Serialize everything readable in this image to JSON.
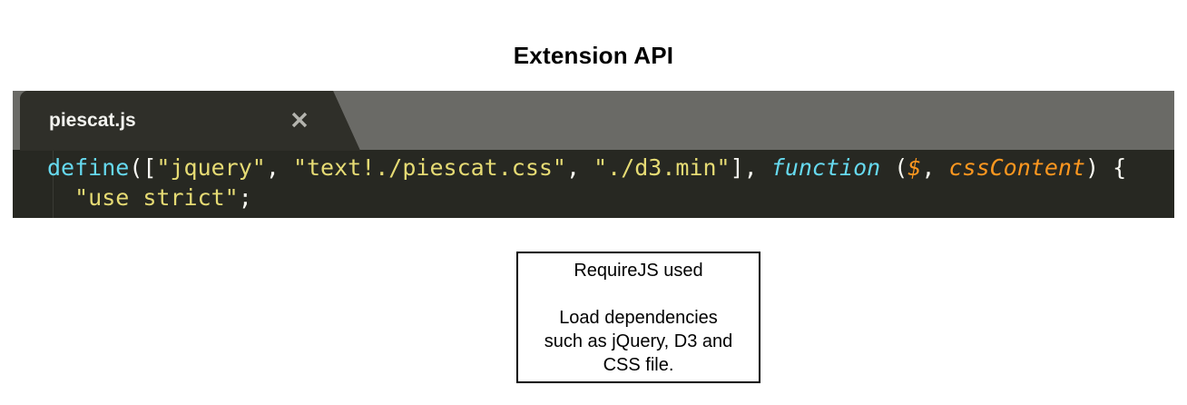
{
  "slide": {
    "title": "Extension API",
    "background_color": "#ffffff"
  },
  "editor": {
    "theme": "monokai",
    "background_color": "#272822",
    "chrome_color": "#6a6a66",
    "tab": {
      "filename": "piescat.js",
      "close_icon": "close-icon",
      "active": true
    },
    "code": {
      "line1": {
        "fn": "define",
        "open": "([",
        "str1": "\"jquery\"",
        "comma1": ", ",
        "str2": "\"text!./piescat.css\"",
        "comma2": ", ",
        "str3": "\"./d3.min\"",
        "close": "], ",
        "keyword": "function",
        "paren_open": " (",
        "param1": "$",
        "param_comma": ", ",
        "param2": "cssContent",
        "paren_close": ") ",
        "brace": "{"
      },
      "line2": {
        "indent": "  ",
        "str": "\"use strict\"",
        "semicolon": ";"
      }
    }
  },
  "callout": {
    "heading": "RequireJS used",
    "body_line1": "Load dependencies",
    "body_line2": "such as jQuery, D3 and",
    "body_line3": "CSS file.",
    "border_color": "#000000"
  }
}
